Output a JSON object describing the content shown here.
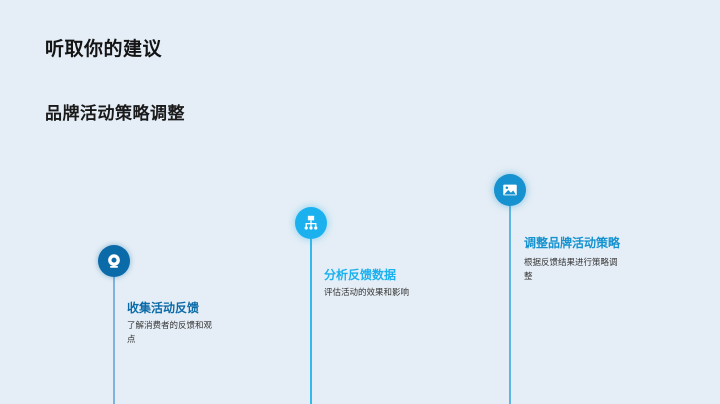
{
  "header": {
    "title": "听取你的建议",
    "subtitle": "品牌活动策略调整"
  },
  "steps": [
    {
      "icon": "webcam-icon",
      "title": "收集活动反馈",
      "description": "了解消费者的反馈和观点",
      "color": "#0b6aa8"
    },
    {
      "icon": "sitemap-icon",
      "title": "分析反馈数据",
      "description": "评估活动的效果和影响",
      "color": "#1bb1ef"
    },
    {
      "icon": "image-icon",
      "title": "调整品牌活动策略",
      "description": "根据反馈结果进行策略调整",
      "color": "#1592cf"
    }
  ],
  "colors": {
    "background": "#e5eef6",
    "step1": "#0b6aa8",
    "step2": "#1bb1ef",
    "step3": "#1592cf"
  }
}
